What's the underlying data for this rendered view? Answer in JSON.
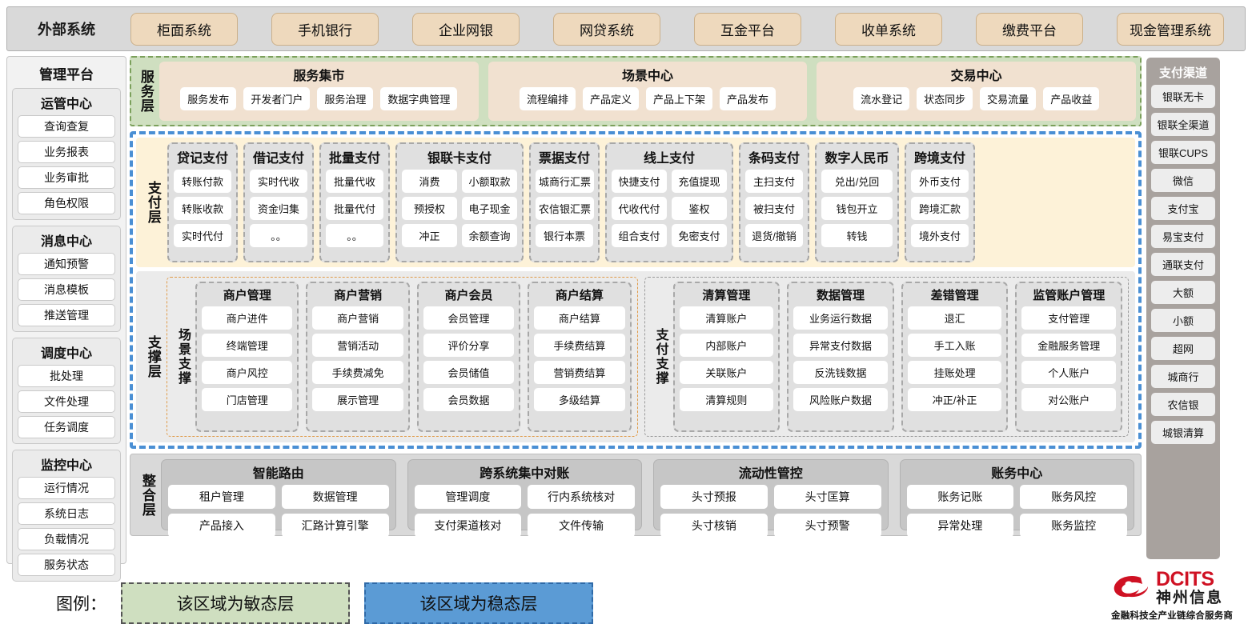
{
  "external": {
    "title": "外部系统",
    "items": [
      "柜面系统",
      "手机银行",
      "企业网银",
      "网贷系统",
      "互金平台",
      "收单系统",
      "缴费平台",
      "现金管理系统"
    ]
  },
  "left_panel": {
    "title": "管理平台",
    "groups": [
      {
        "title": "运管中心",
        "items": [
          "查询查复",
          "业务报表",
          "业务审批",
          "角色权限"
        ]
      },
      {
        "title": "消息中心",
        "items": [
          "通知预警",
          "消息模板",
          "推送管理"
        ]
      },
      {
        "title": "调度中心",
        "items": [
          "批处理",
          "文件处理",
          "任务调度"
        ]
      },
      {
        "title": "监控中心",
        "items": [
          "运行情况",
          "系统日志",
          "负载情况",
          "服务状态"
        ]
      }
    ]
  },
  "right_panel": {
    "title": "支付渠道",
    "items": [
      "银联无卡",
      "银联全渠道",
      "银联CUPS",
      "微信",
      "支付宝",
      "易宝支付",
      "通联支付",
      "大额",
      "小额",
      "超网",
      "城商行",
      "农信银",
      "城银清算"
    ]
  },
  "service_layer": {
    "label": "服务层",
    "cards": [
      {
        "title": "服务集市",
        "chips": [
          "服务发布",
          "开发者门户",
          "服务治理",
          "数据字典管理"
        ]
      },
      {
        "title": "场景中心",
        "chips": [
          "流程编排",
          "产品定义",
          "产品上下架",
          "产品发布"
        ]
      },
      {
        "title": "交易中心",
        "chips": [
          "流水登记",
          "状态同步",
          "交易流量",
          "产品收益"
        ]
      }
    ]
  },
  "payment_layer": {
    "label": "支付层",
    "columns": [
      {
        "title": "贷记支付",
        "cols": 1,
        "chips": [
          "转账付款",
          "转账收款",
          "实时代付"
        ]
      },
      {
        "title": "借记支付",
        "cols": 1,
        "chips": [
          "实时代收",
          "资金归集",
          "。。"
        ]
      },
      {
        "title": "批量支付",
        "cols": 1,
        "chips": [
          "批量代收",
          "批量代付",
          "。。"
        ]
      },
      {
        "title": "银联卡支付",
        "cols": 2,
        "chips": [
          "消费",
          "小额取款",
          "预授权",
          "电子现金",
          "冲正",
          "余额查询"
        ]
      },
      {
        "title": "票据支付",
        "cols": 1,
        "chips": [
          "城商行汇票",
          "农信银汇票",
          "银行本票"
        ]
      },
      {
        "title": "线上支付",
        "cols": 2,
        "chips": [
          "快捷支付",
          "充值提现",
          "代收代付",
          "鉴权",
          "组合支付",
          "免密支付"
        ]
      },
      {
        "title": "条码支付",
        "cols": 1,
        "chips": [
          "主扫支付",
          "被扫支付",
          "退货/撤销"
        ]
      },
      {
        "title": "数字人民币",
        "cols": 1,
        "chips": [
          "兑出/兑回",
          "钱包开立",
          "转钱"
        ]
      },
      {
        "title": "跨境支付",
        "cols": 1,
        "chips": [
          "外币支付",
          "跨境汇款",
          "境外支付"
        ]
      }
    ]
  },
  "support_layer": {
    "label": "支撑层",
    "sections": [
      {
        "label": "场景支撑",
        "columns": [
          {
            "title": "商户管理",
            "chips": [
              "商户进件",
              "终端管理",
              "商户风控",
              "门店管理"
            ]
          },
          {
            "title": "商户营销",
            "chips": [
              "商户营销",
              "营销活动",
              "手续费减免",
              "展示管理"
            ]
          },
          {
            "title": "商户会员",
            "chips": [
              "会员管理",
              "评价分享",
              "会员储值",
              "会员数据"
            ]
          },
          {
            "title": "商户结算",
            "chips": [
              "商户结算",
              "手续费结算",
              "营销费结算",
              "多级结算"
            ]
          }
        ]
      },
      {
        "label": "支付支撑",
        "columns": [
          {
            "title": "清算管理",
            "chips": [
              "清算账户",
              "内部账户",
              "关联账户",
              "清算规则"
            ]
          },
          {
            "title": "数据管理",
            "chips": [
              "业务运行数据",
              "异常支付数据",
              "反洗钱数据",
              "风险账户数据"
            ]
          },
          {
            "title": "差错管理",
            "chips": [
              "退汇",
              "手工入账",
              "挂账处理",
              "冲正/补正"
            ]
          },
          {
            "title": "监管账户管理",
            "chips": [
              "支付管理",
              "金融服务管理",
              "个人账户",
              "对公账户"
            ]
          }
        ]
      }
    ]
  },
  "integration_layer": {
    "label": "整合层",
    "cards": [
      {
        "title": "智能路由",
        "chips": [
          "租户管理",
          "数据管理",
          "产品接入",
          "汇路计算引擎"
        ]
      },
      {
        "title": "跨系统集中对账",
        "chips": [
          "管理调度",
          "行内系统核对",
          "支付渠道核对",
          "文件传输"
        ]
      },
      {
        "title": "流动性管控",
        "chips": [
          "头寸预报",
          "头寸匡算",
          "头寸核销",
          "头寸预警"
        ]
      },
      {
        "title": "账务中心",
        "chips": [
          "账务记账",
          "账务风控",
          "异常处理",
          "账务监控"
        ]
      }
    ]
  },
  "legend": {
    "label": "图例：",
    "agile": "该区域为敏态层",
    "stable": "该区域为稳态层",
    "agile_color": "#cfdfc0",
    "stable_color": "#5b9bd5"
  },
  "logo": {
    "en": "DCITS",
    "cn": "神州信息",
    "tagline": "金融科技全产业链综合服务商",
    "brand_color": "#cf1123"
  }
}
